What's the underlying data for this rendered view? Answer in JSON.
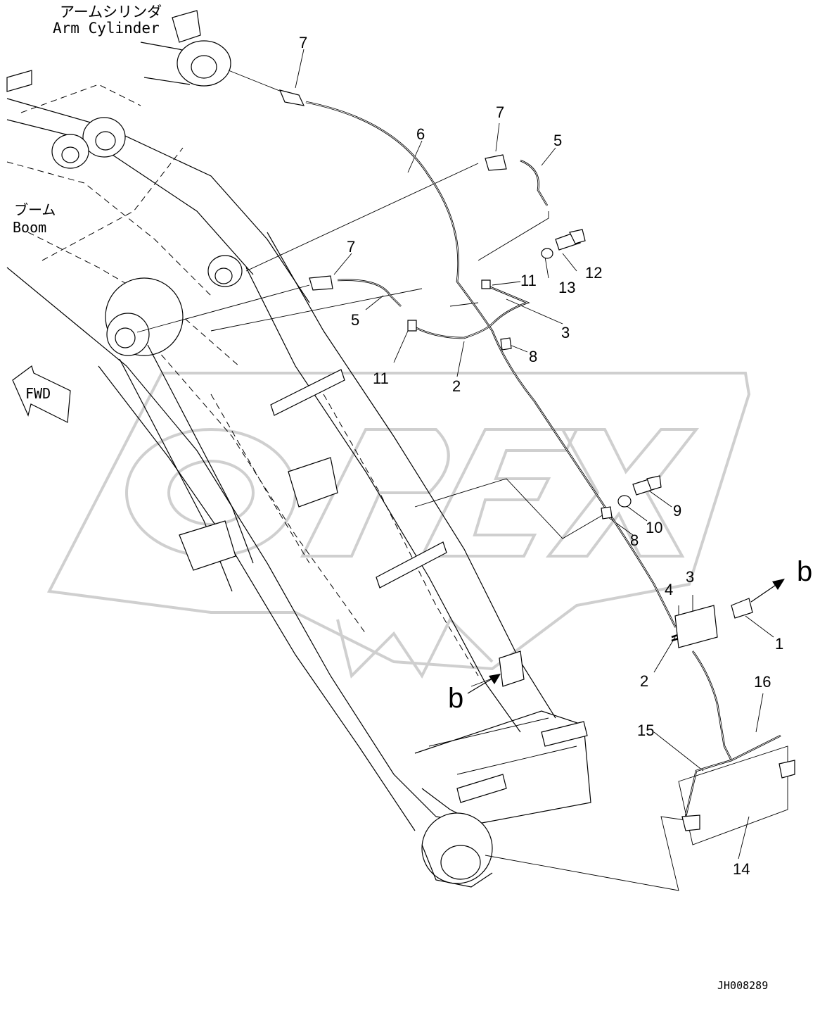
{
  "labels": {
    "arm_cylinder_jp": "アームシリンダ",
    "arm_cylinder_en": "Arm Cylinder",
    "boom_jp": "ブーム",
    "boom_en": "Boom",
    "fwd": "FWD",
    "view_b": "b",
    "view_b_detail": "b",
    "drawing_id": "JH008289"
  },
  "watermark": "OPEX",
  "callouts": [
    "7",
    "7",
    "7",
    "6",
    "5",
    "5",
    "12",
    "13",
    "11",
    "11",
    "3",
    "8",
    "2",
    "9",
    "10",
    "8",
    "4",
    "3",
    "1",
    "2",
    "16",
    "15",
    "14"
  ]
}
